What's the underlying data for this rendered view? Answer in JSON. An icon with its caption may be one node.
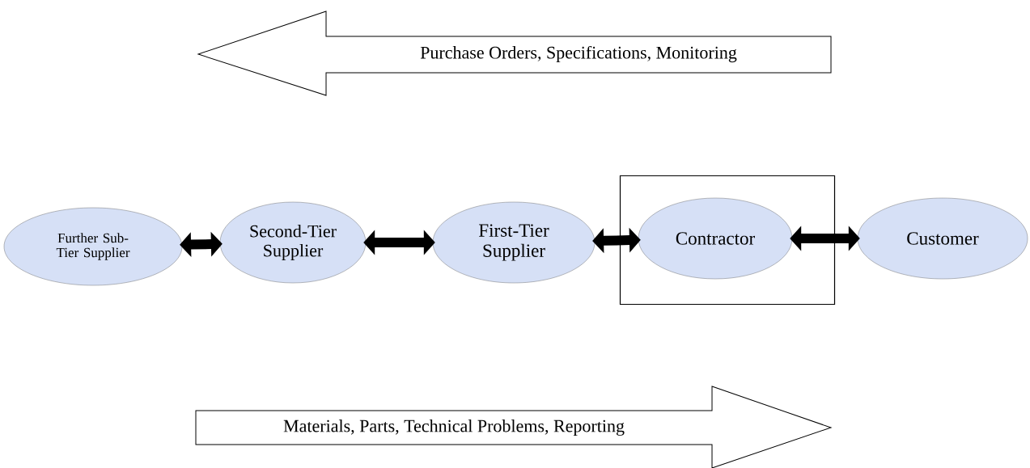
{
  "diagram": {
    "nodes": [
      {
        "text": [
          "Purchase Orders, Specifications, Monitoring"
        ]
      },
      {
        "text": [
          "Further Sub-Tier Supplier"
        ]
      },
      {
        "text": [
          "Second-Tier Supplier"
        ]
      },
      {
        "text": [
          "First-Tier Supplier"
        ]
      },
      {
        "text": [],
        "shape": "box"
      },
      {
        "text": [
          "Contractor"
        ],
        "in": 4
      },
      {
        "text": [
          "Customer"
        ]
      },
      {
        "text": [
          "Materials, Parts, Technical Problems, Reporting"
        ]
      }
    ],
    "edges": [
      {
        "from": 1,
        "to": 2,
        "arrow": "both"
      },
      {
        "from": 2,
        "to": 3,
        "arrow": "both"
      },
      {
        "from": 3,
        "to": 5,
        "arrow": "both"
      },
      {
        "from": 5,
        "to": 6,
        "arrow": "both"
      }
    ]
  }
}
